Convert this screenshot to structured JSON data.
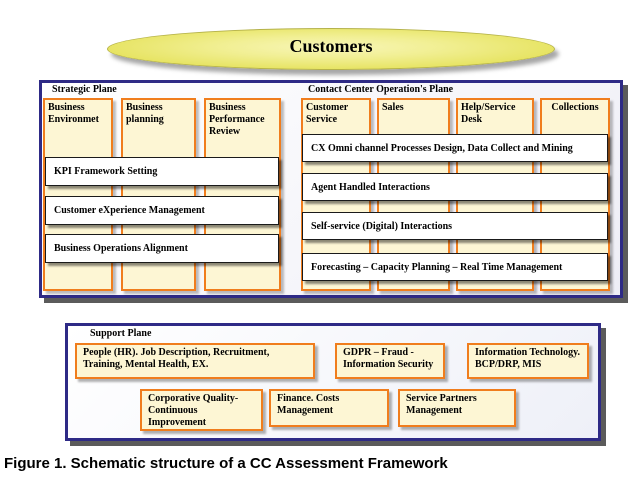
{
  "customers": "Customers",
  "strategic_plane": {
    "title": "Strategic Plane",
    "columns": [
      "Business Environmet",
      "Business planning",
      "Business Performance Review"
    ],
    "bars": [
      "KPI Framework Setting",
      "Customer eXperience Management",
      "Business Operations Alignment"
    ]
  },
  "contact_center_plane": {
    "title": "Contact Center Operation's Plane",
    "columns": [
      "Customer Service",
      "Sales",
      "Help/Service Desk",
      "Collections"
    ],
    "bars": [
      "CX Omni channel Processes Design, Data Collect and Mining",
      "Agent Handled Interactions",
      "Self-service (Digital) Interactions",
      "Forecasting – Capacity Planning – Real Time Management"
    ]
  },
  "support_plane": {
    "title": "Support Plane",
    "boxes": [
      "People (HR).  Job Description, Recruitment, Training, Mental Health, EX.",
      "GDPR – Fraud - Information Security",
      "Information Technology. BCP/DRP, MIS",
      "Corporative Quality-Continuous Improvement",
      "Finance. Costs Management",
      "Service Partners Management"
    ]
  },
  "caption": "Figure 1. Schematic structure of a CC Assessment Framework",
  "colors": {
    "plane_border": "#2e2a86",
    "column_border": "#f07d1d",
    "column_fill": "#fdf6d4",
    "ellipse_fill": "#f1ef93"
  }
}
